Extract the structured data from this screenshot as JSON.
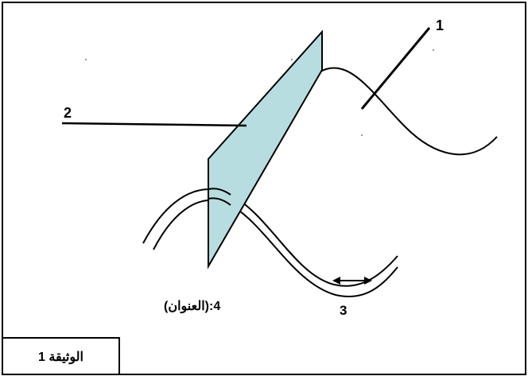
{
  "diagram": {
    "labels": {
      "part1": "1",
      "part2": "2",
      "part3": "3",
      "title_label": "4:(العنوان)"
    },
    "document_label": "الوثيقة 1",
    "colors": {
      "plane_fill": "#b8dde0",
      "stroke": "#000000",
      "background": "#ffffff"
    }
  }
}
